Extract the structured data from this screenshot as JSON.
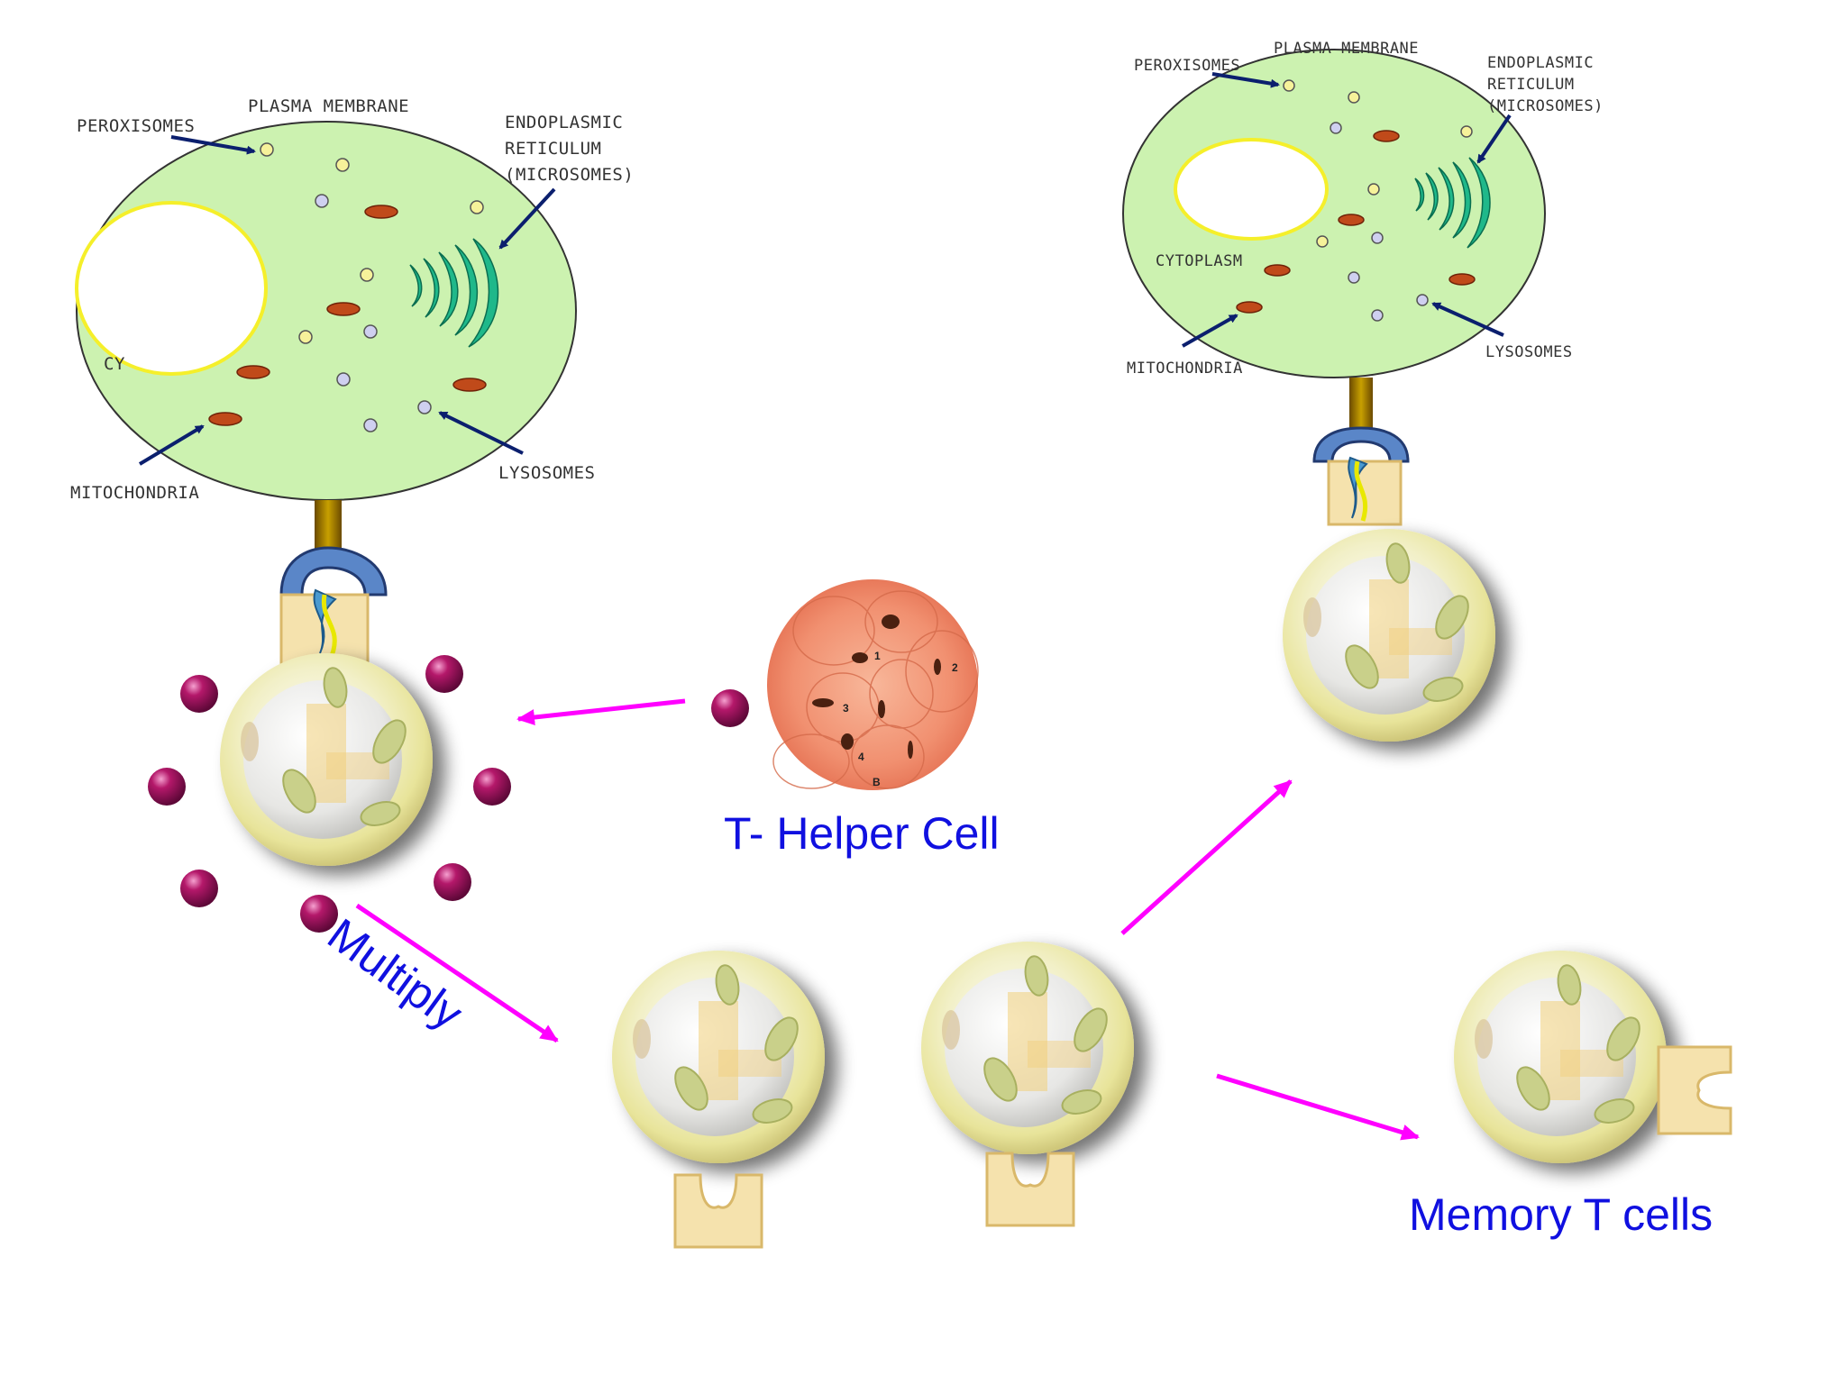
{
  "title": "",
  "colors": {
    "cytoplasm": "#ccf2b0",
    "nucleus_outline": "#f5ef2a",
    "er": "#1fb88a",
    "mitochondria": "#c04a1a",
    "peroxisome": "#f6f29a",
    "lysosome": "#cfd0f0",
    "label_arrow": "#0b1f6e",
    "flow_arrow": "#ff00ff",
    "caption_text": "#1010e0",
    "cytokine": "#a0105a",
    "receptor": "#f3dca0",
    "tcell_shell": "#f4f0b8"
  },
  "large_cell": {
    "labels": {
      "peroxisomes": "PEROXISOMES",
      "plasma_membrane": "PLASMA MEMBRANE",
      "er_line1": "ENDOPLASMIC",
      "er_line2": "RETICULUM",
      "er_line3": "(MICROSOMES)",
      "mitochondria": "MITOCHONDRIA",
      "lysosomes": "LYSOSOMES",
      "cytoplasm_partial": "CY"
    }
  },
  "small_cell": {
    "labels": {
      "peroxisomes": "PEROXISOMES",
      "plasma_membrane": "PLASMA MEMBRANE",
      "er_line1": "ENDOPLASMIC",
      "er_line2": "RETICULUM",
      "er_line3": "(MICROSOMES)",
      "cytoplasm": "CYTOPLASM",
      "mitochondria": "MITOCHONDRIA",
      "lysosomes": "LYSOSOMES"
    }
  },
  "captions": {
    "t_helper": "T- Helper Cell",
    "multiply": "Multiply",
    "memory": "Memory T cells"
  },
  "micrograph_labels": [
    "1",
    "2",
    "3",
    "4",
    "B"
  ]
}
